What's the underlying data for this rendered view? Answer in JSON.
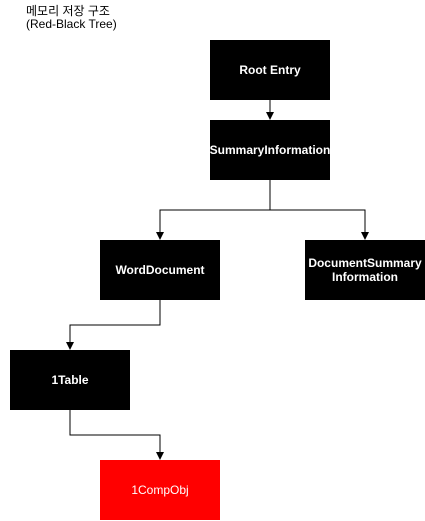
{
  "title": {
    "line1": "메모리 저장 구조",
    "line2": "(Red-Black Tree)"
  },
  "nodes": {
    "root": "Root Entry",
    "summary": "SummaryInformation",
    "word": "WordDocument",
    "docsum_line1": "DocumentSummary",
    "docsum_line2": "Information",
    "table": "1Table",
    "compobj": "1CompObj"
  },
  "colors": {
    "node_fill": "#000000",
    "highlight_fill": "#ff0000",
    "edge": "#000000"
  }
}
